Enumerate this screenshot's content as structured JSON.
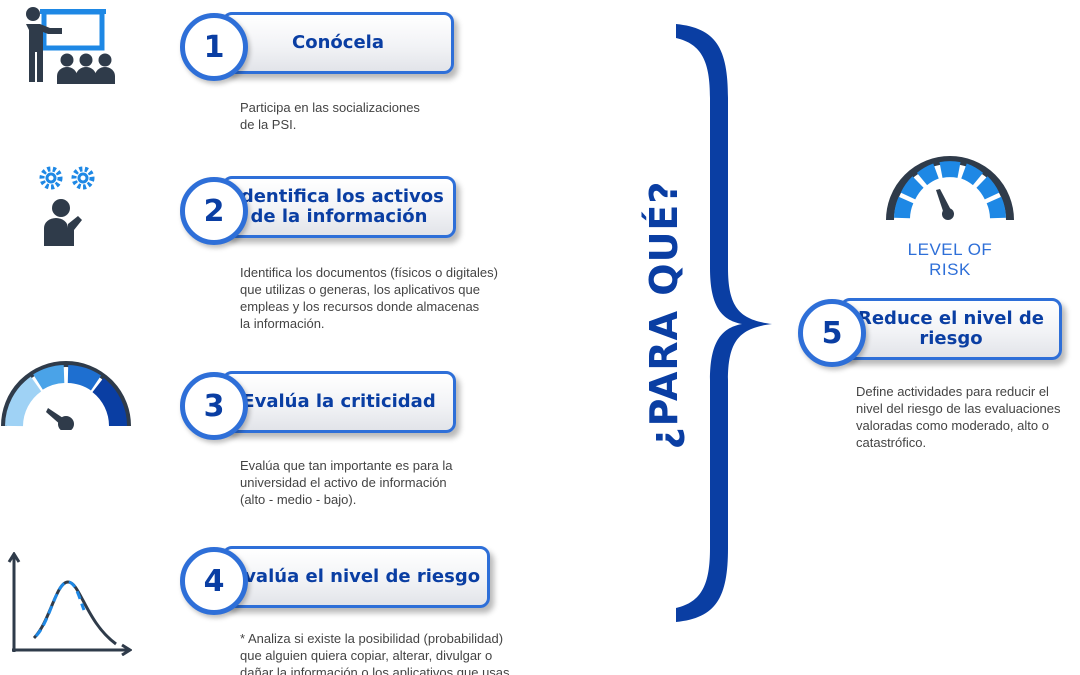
{
  "steps": [
    {
      "number": "1",
      "title": "Conócela",
      "description": "Participa en las socializaciones\nde la PSI.",
      "icon": "presentation-icon"
    },
    {
      "number": "2",
      "title": "Identifica los activos\nde la información",
      "description": "Identifica los documentos (físicos o digitales)\nque utilizas o generas, los aplicativos que\nempleas y los recursos donde almacenas\nla información.",
      "icon": "thinking-person-gears-icon"
    },
    {
      "number": "3",
      "title": "Evalúa la criticidad",
      "description": "Evalúa que tan importante es para la\nuniversidad el activo de información\n(alto - medio - bajo).",
      "icon": "gauge-icon"
    },
    {
      "number": "4",
      "title": "Evalúa el nivel de riesgo",
      "description": "* Analiza si existe la posibilidad (probabilidad)\nque alguien quiera copiar, alterar, divulgar o\ndañar la información o los aplicativos que usas.",
      "icon": "bell-curve-chart-icon"
    }
  ],
  "vertical_title": "¿PARA QUÉ?",
  "outcome": {
    "number": "5",
    "title": "Reduce el nivel de\nriesgo",
    "description": "Define actividades para reducir el\nnivel del riesgo de las evaluaciones\nvaloradas como moderado, alto o\ncatastrófico.",
    "icon": "risk-gauge-icon",
    "icon_label": "LEVEL OF RISK"
  },
  "colors": {
    "primary": "#0a3ea3",
    "accent": "#2e6fd8",
    "light": "#4aa3e8",
    "dark": "#2f3b4a"
  }
}
